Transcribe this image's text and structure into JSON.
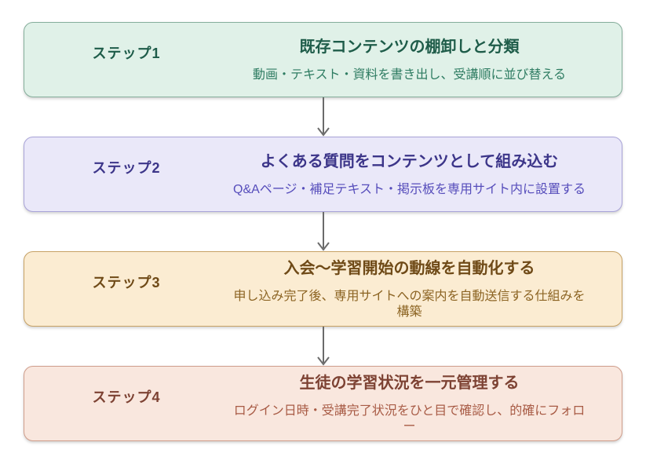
{
  "flowchart": {
    "background_color": "#ffffff",
    "arrow_color": "#6b6b6b",
    "steps": [
      {
        "label": "ステップ1",
        "title": "既存コンテンツの棚卸しと分類",
        "subtitle": "動画・テキスト・資料を書き出し、受講順に並び替える",
        "colors": {
          "fill": "#e0f1e8",
          "border": "#85ae9b",
          "title": "#1e5c49",
          "subtitle": "#2e7c62"
        }
      },
      {
        "label": "ステップ2",
        "title": "よくある質問をコンテンツとして組み込む",
        "subtitle": "Q&Aページ・補足テキスト・掲示板を専用サイト内に設置する",
        "colors": {
          "fill": "#eae8f9",
          "border": "#a8a3d8",
          "title": "#3c3589",
          "subtitle": "#564dbb"
        }
      },
      {
        "label": "ステップ3",
        "title": "入会〜学習開始の動線を自動化する",
        "subtitle": "申し込み完了後、専用サイトへの案内を自動送信する仕組みを構築",
        "colors": {
          "fill": "#fbecd2",
          "border": "#c7a265",
          "title": "#6f4a17",
          "subtitle": "#8c6423"
        }
      },
      {
        "label": "ステップ4",
        "title": "生徒の学習状況を一元管理する",
        "subtitle": "ログイン日時・受講完了状況をひと目で確認し、的確にフォロー",
        "colors": {
          "fill": "#f9e7de",
          "border": "#cf9d8b",
          "title": "#7d4233",
          "subtitle": "#a85b45"
        }
      }
    ]
  }
}
